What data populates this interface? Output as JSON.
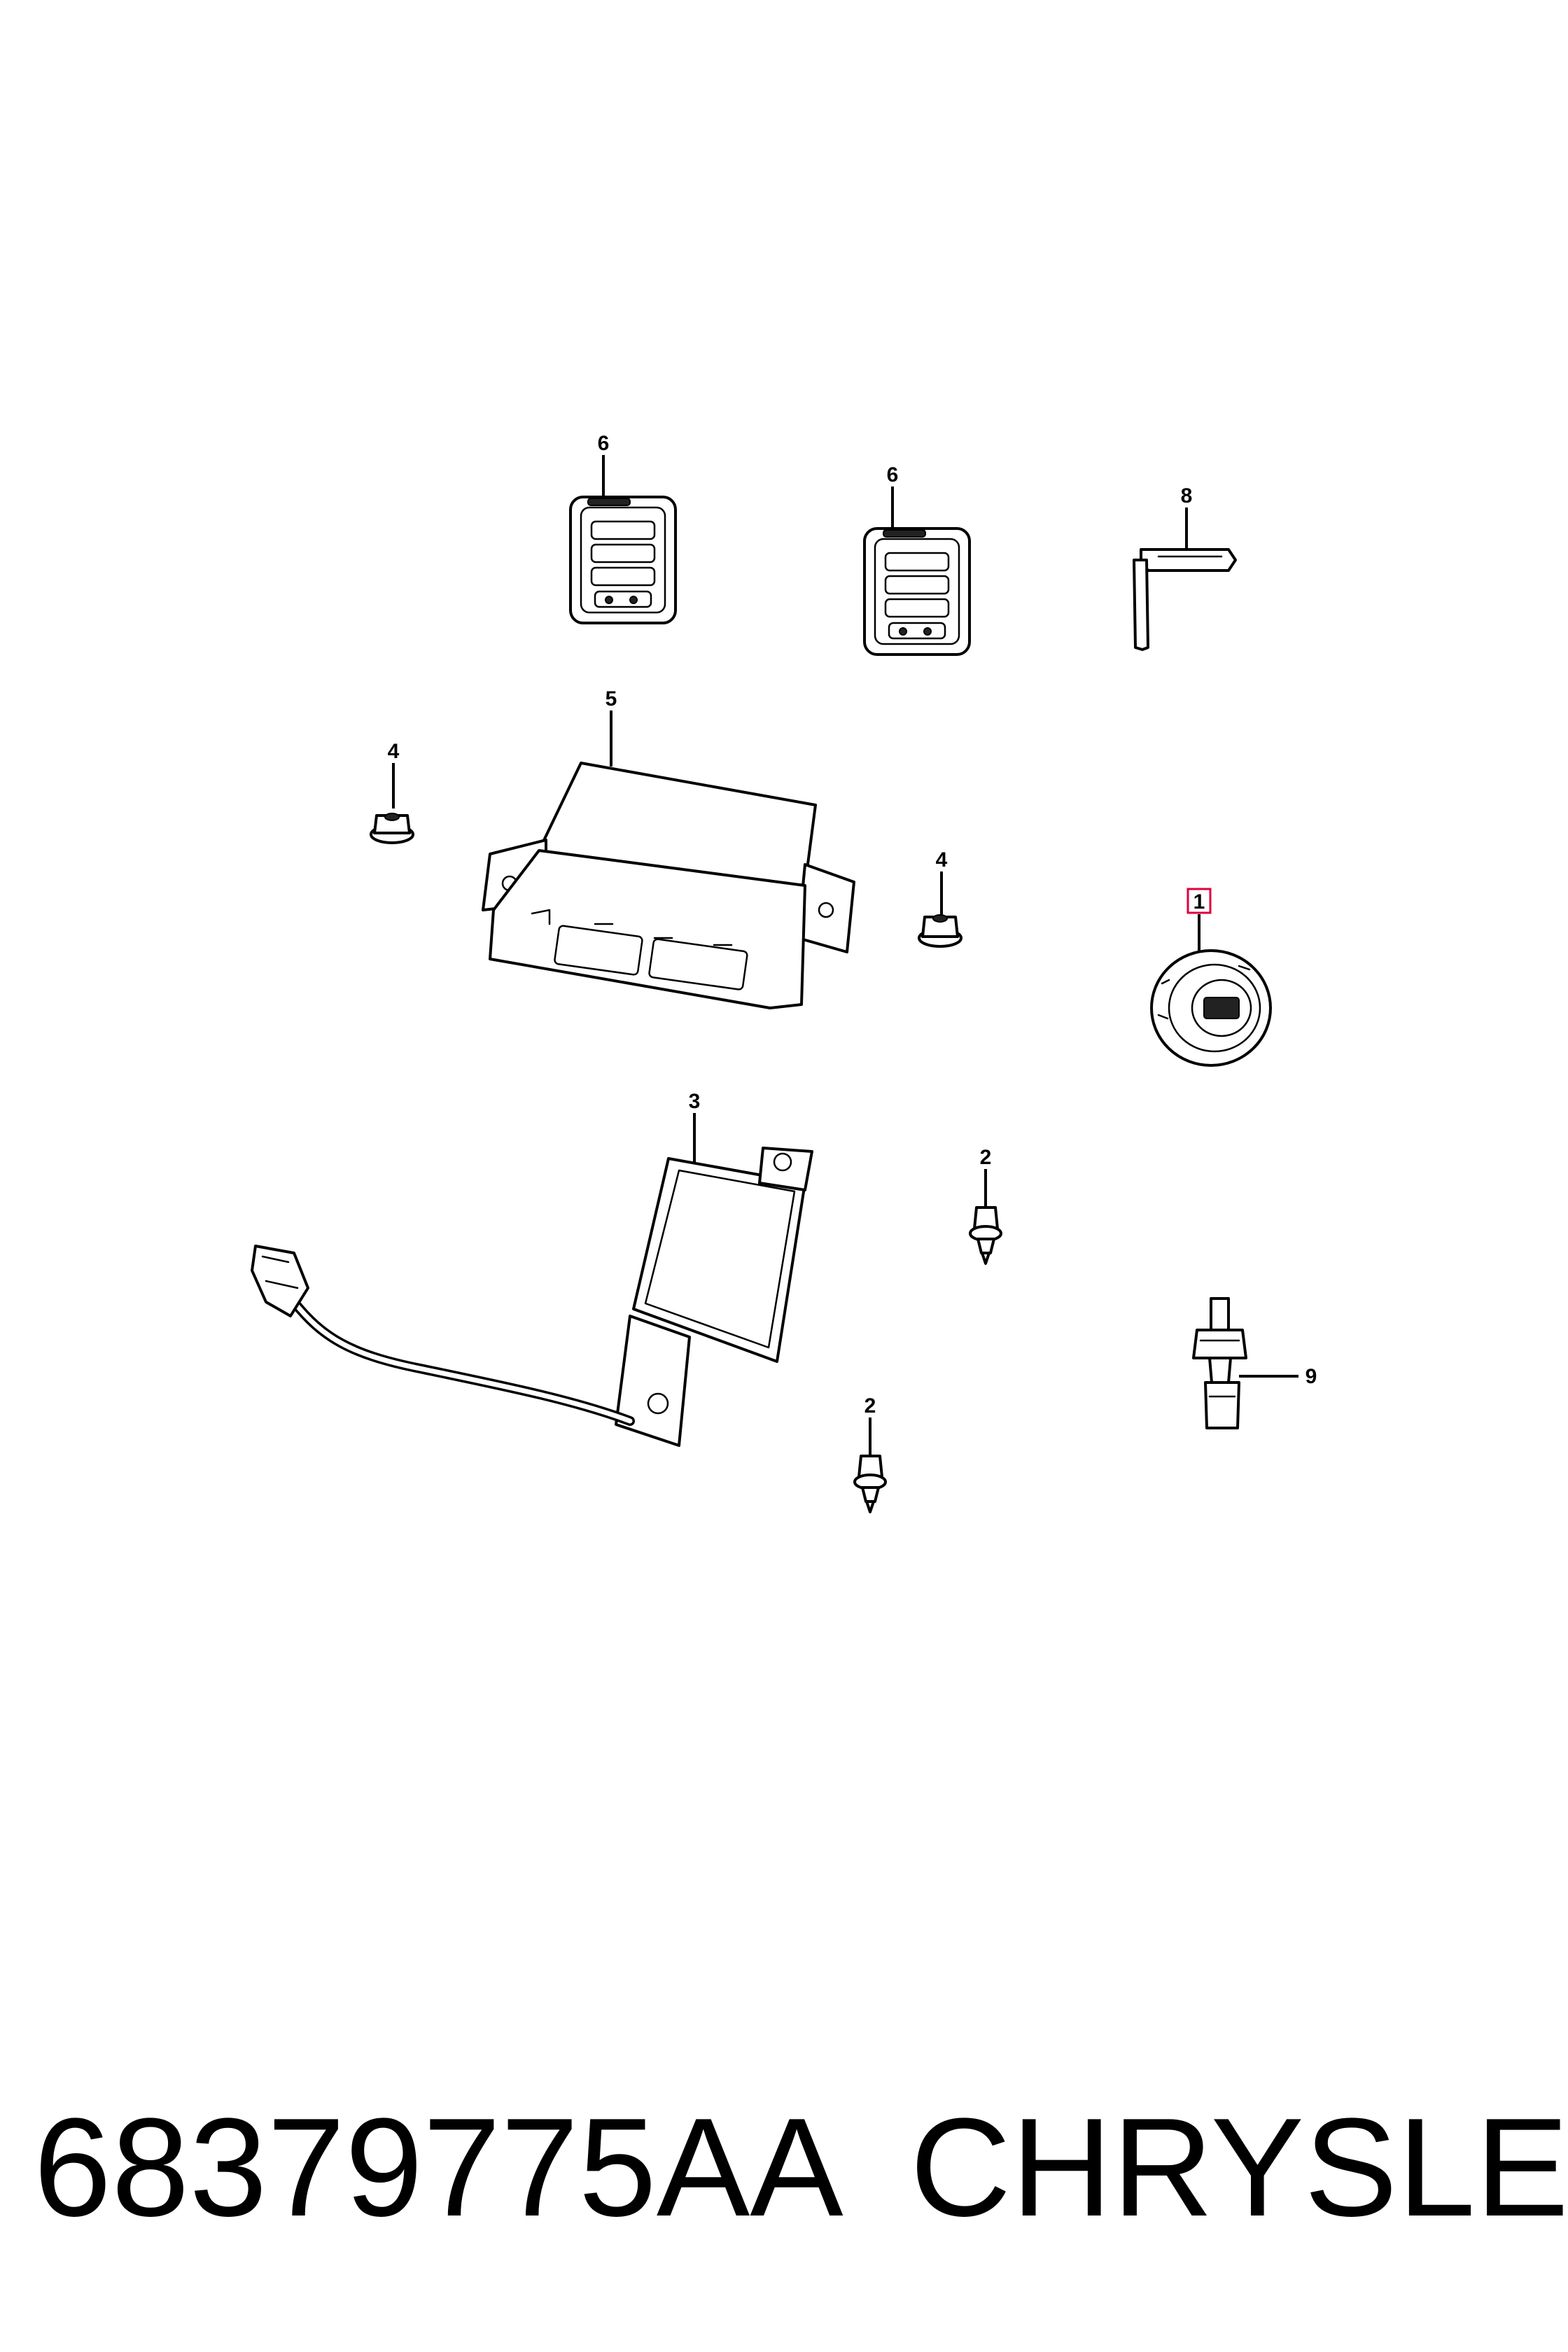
{
  "callouts": {
    "fob_left": "6",
    "fob_right": "6",
    "key_blade": "8",
    "module": "5",
    "nut_left": "4",
    "nut_right": "4",
    "ignition_switch": "1",
    "antenna_module": "3",
    "clip_upper": "2",
    "clip_lower": "2",
    "sensor": "9"
  },
  "footer": {
    "part_number": "68379775AA",
    "brand": "CHRYSLER"
  },
  "colors": {
    "highlight": "#e0003c",
    "ink": "#000000"
  }
}
